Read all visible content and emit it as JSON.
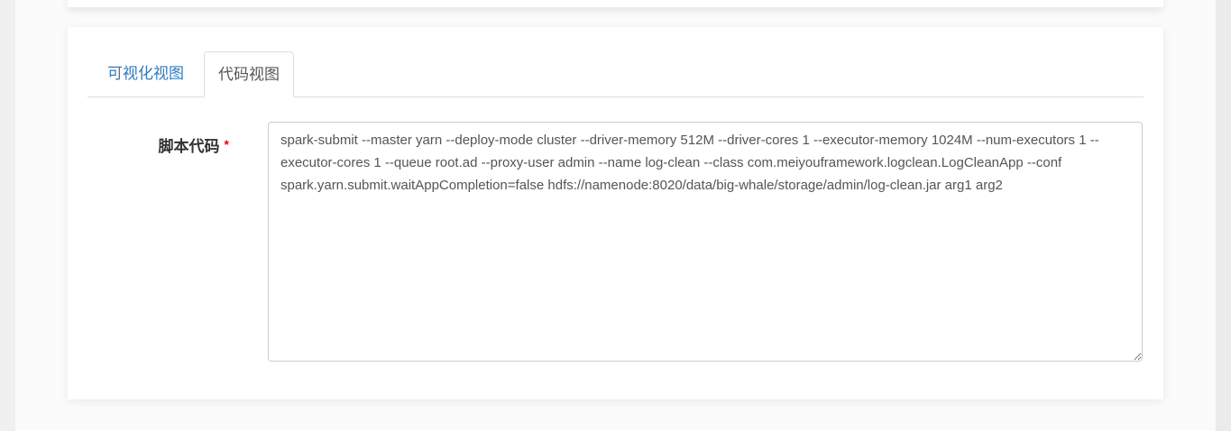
{
  "tabs": {
    "visual": {
      "label": "可视化视图",
      "active": false
    },
    "code": {
      "label": "代码视图",
      "active": true
    }
  },
  "form": {
    "script_label": "脚本代码",
    "required_marker": "*",
    "script_code": "spark-submit --master yarn --deploy-mode cluster --driver-memory 512M --driver-cores 1 --executor-memory 1024M --num-executors 1 --executor-cores 1 --queue root.ad --proxy-user admin --name log-clean --class com.meiyouframework.logclean.LogCleanApp --conf spark.yarn.submit.waitAppCompletion=false hdfs://namenode:8020/data/big-whale/storage/admin/log-clean.jar arg1 arg2"
  },
  "colors": {
    "tab_inactive_text": "#337ab7",
    "tab_active_text": "#555555",
    "tab_border": "#dddddd",
    "textarea_border": "#cccccc",
    "textarea_text": "#555555",
    "label_text": "#333333",
    "required_marker": "#ee0000",
    "panel_background": "#ffffff",
    "page_background": "#fbfbfb"
  }
}
